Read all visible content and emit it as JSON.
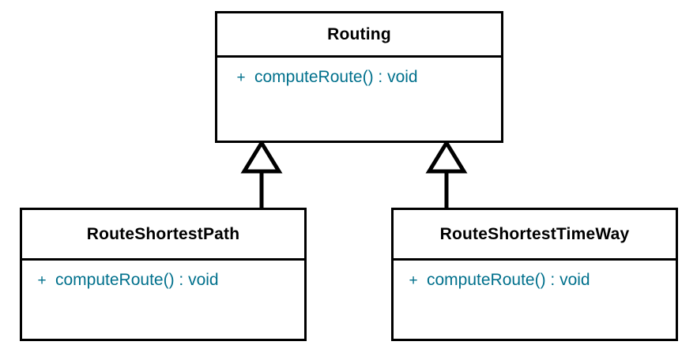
{
  "diagram": {
    "kind": "uml-class-diagram",
    "background_color": "#ffffff",
    "line_color": "#000000",
    "class_name_color": "#000000",
    "member_color": "#00708c",
    "classes": [
      {
        "id": "routing",
        "name": "Routing",
        "members": [
          {
            "visibility": "+",
            "signature": "computeRoute() : void"
          }
        ]
      },
      {
        "id": "route-shortest-path",
        "name": "RouteShortestPath",
        "members": [
          {
            "visibility": "+",
            "signature": "computeRoute() : void"
          }
        ]
      },
      {
        "id": "route-shortest-time-way",
        "name": "RouteShortestTimeWay",
        "members": [
          {
            "visibility": "+",
            "signature": "computeRoute() : void"
          }
        ]
      }
    ],
    "relationships": [
      {
        "type": "generalization",
        "from": "route-shortest-path",
        "to": "routing",
        "arrowhead": "hollow-triangle"
      },
      {
        "type": "generalization",
        "from": "route-shortest-time-way",
        "to": "routing",
        "arrowhead": "hollow-triangle"
      }
    ]
  }
}
